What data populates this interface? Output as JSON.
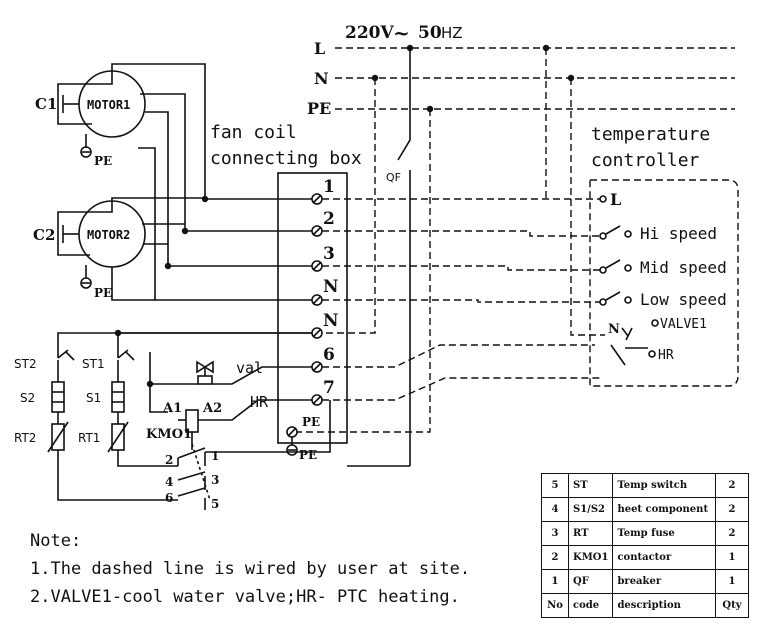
{
  "supply": {
    "voltage": "220V",
    "tilde": "~",
    "freq_num": "50",
    "freq_unit": "HZ"
  },
  "lines": {
    "l": "L",
    "n": "N",
    "pe": "PE"
  },
  "labels": {
    "motor1": "MOTOR1",
    "motor2": "MOTOR2",
    "c1": "C1",
    "c2": "C2",
    "pe": "PE",
    "box_title_1": "fan coil",
    "box_title_2": "connecting box",
    "qf": "QF",
    "ctrl_title_1": "temperature",
    "ctrl_title_2": "controller",
    "ctrl_l": "L",
    "hi": "Hi speed",
    "mid": "Mid speed",
    "low": "Low speed",
    "ctrl_n": "N",
    "valve1": "VALVE1",
    "hr": "HR",
    "val": "val",
    "hr_left": "HR",
    "st2": "ST2",
    "st1": "ST1",
    "s2": "S2",
    "s1": "S1",
    "rt2": "RT2",
    "rt1": "RT1",
    "a1": "A1",
    "a2": "A2",
    "kmo1": "KMO1"
  },
  "terminals": [
    "1",
    "2",
    "3",
    "N",
    "N",
    "6",
    "7",
    "PE"
  ],
  "contacts": [
    "2",
    "1",
    "4",
    "3",
    "6",
    "5"
  ],
  "table": {
    "rows": [
      {
        "no": "5",
        "code": "ST",
        "desc": "Temp switch",
        "qty": "2"
      },
      {
        "no": "4",
        "code": "S1/S2",
        "desc": "heet component",
        "qty": "2"
      },
      {
        "no": "3",
        "code": "RT",
        "desc": "Temp fuse",
        "qty": "2"
      },
      {
        "no": "2",
        "code": "KMO1",
        "desc": "contactor",
        "qty": "1"
      },
      {
        "no": "1",
        "code": "QF",
        "desc": "breaker",
        "qty": "1"
      }
    ],
    "header": {
      "no": "No",
      "code": "code",
      "desc": "description",
      "qty": "Qty"
    }
  },
  "notes": {
    "title": "Note:",
    "line1": "1.The dashed line is wired by user at site.",
    "line2": "2.VALVE1-cool water valve;HR- PTC heating."
  }
}
